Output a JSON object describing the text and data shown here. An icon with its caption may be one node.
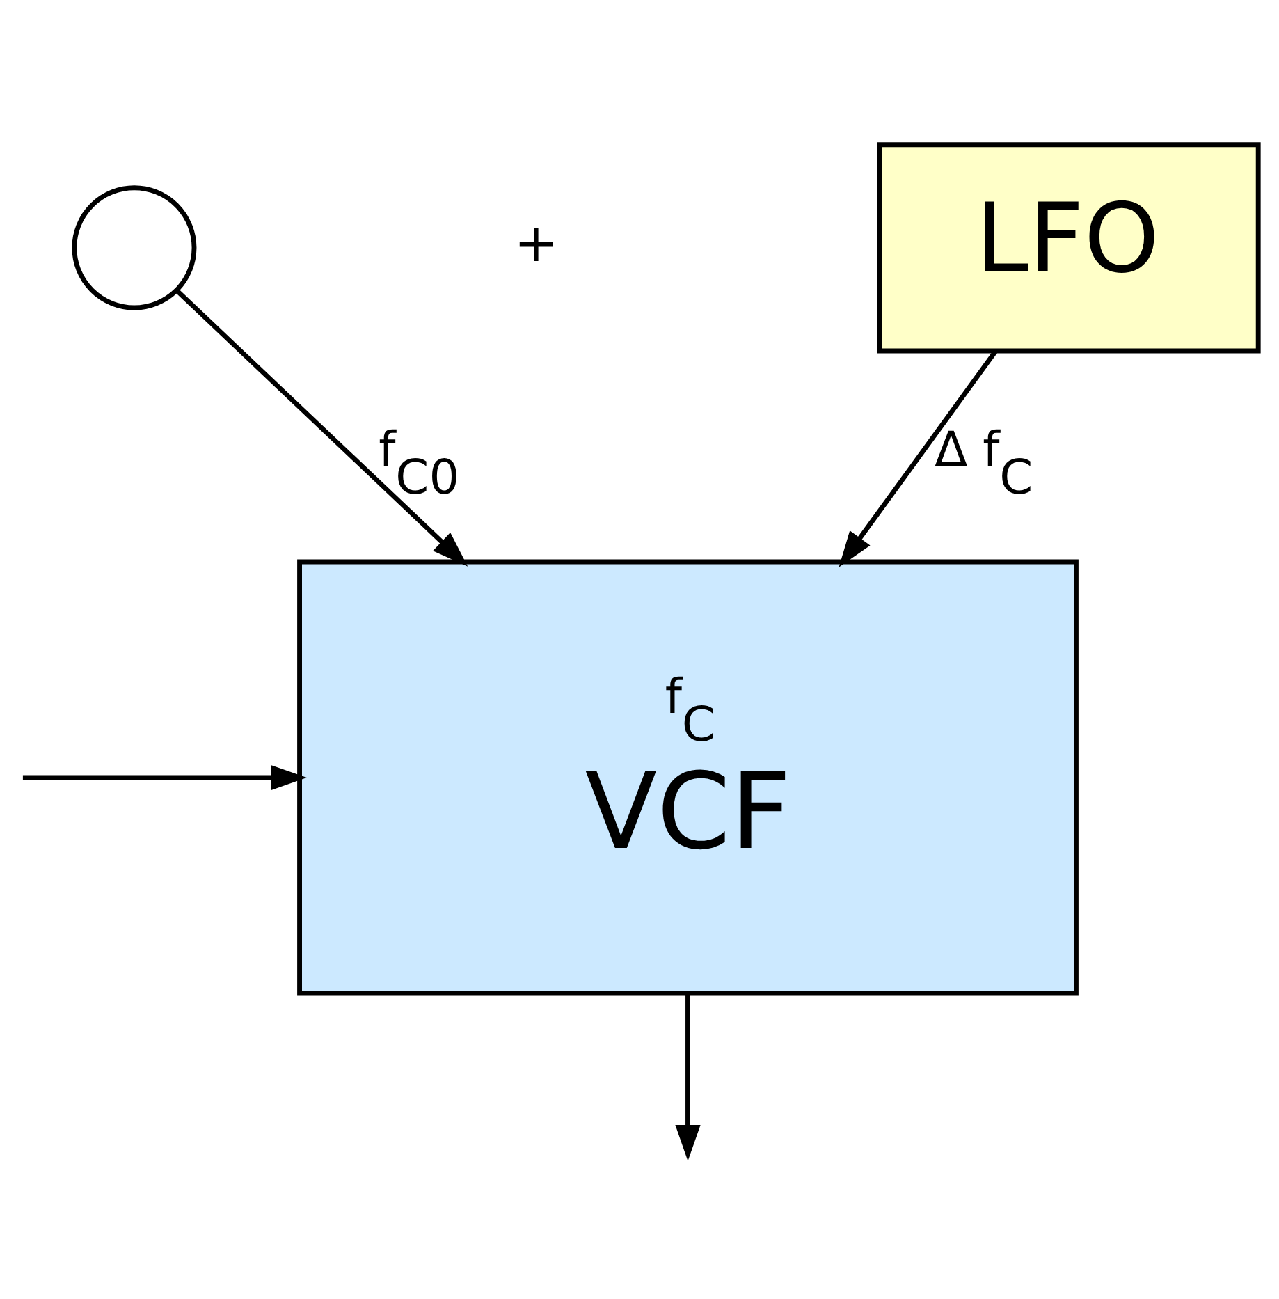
{
  "diagram": {
    "nodes": [
      {
        "text": [],
        "shape": "circle"
      },
      {
        "text": [
          "LFO"
        ]
      },
      {
        "text": [
          "f$_{C}$",
          "VCF"
        ]
      }
    ],
    "edges": [
      {
        "from": 0,
        "to": 2,
        "arrow": "to",
        "label": "f$_{C0}$"
      },
      {
        "from": 1,
        "to": 2,
        "arrow": "to",
        "label": "Δ f$_{C}$"
      },
      {
        "from": null,
        "to": 2,
        "arrow": "to"
      },
      {
        "from": 2,
        "to": null,
        "arrow": "to"
      }
    ],
    "labels": [
      "+"
    ]
  }
}
